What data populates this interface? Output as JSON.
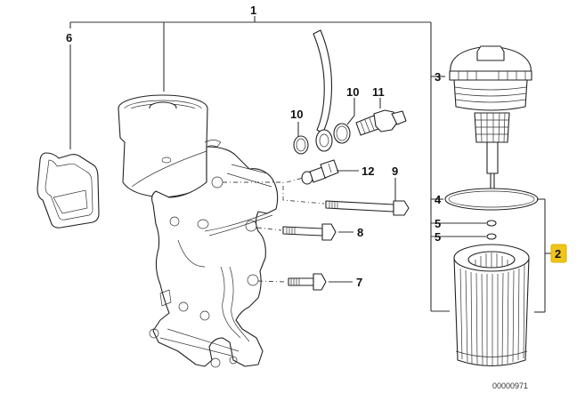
{
  "diagram": {
    "title": "Oil filter housing assembly (exploded view)",
    "diagram_number": "00000971",
    "highlight_color": "#f0c419",
    "callouts": [
      {
        "id": "1",
        "label": "1",
        "part": "oil filter housing"
      },
      {
        "id": "2",
        "label": "2",
        "part": "oil filter element set",
        "highlighted": true
      },
      {
        "id": "3",
        "label": "3",
        "part": "oil filter cover"
      },
      {
        "id": "4",
        "label": "4",
        "part": "o-ring (cover)"
      },
      {
        "id": "5a",
        "label": "5",
        "part": "o-ring"
      },
      {
        "id": "5b",
        "label": "5",
        "part": "o-ring"
      },
      {
        "id": "6",
        "label": "6",
        "part": "gasket"
      },
      {
        "id": "7",
        "label": "7",
        "part": "hex bolt"
      },
      {
        "id": "8",
        "label": "8",
        "part": "hex bolt"
      },
      {
        "id": "9",
        "label": "9",
        "part": "long hex bolt"
      },
      {
        "id": "10a",
        "label": "10",
        "part": "gasket ring"
      },
      {
        "id": "10b",
        "label": "10",
        "part": "gasket ring"
      },
      {
        "id": "11",
        "label": "11",
        "part": "hollow bolt"
      },
      {
        "id": "12",
        "label": "12",
        "part": "oil pressure switch"
      }
    ]
  }
}
